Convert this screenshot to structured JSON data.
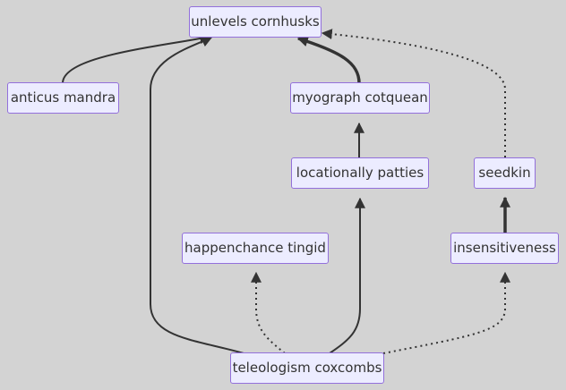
{
  "nodes": {
    "unlevels_cornhusks": "unlevels cornhusks",
    "anticus_mandra": "anticus mandra",
    "myograph_cotquean": "myograph cotquean",
    "locationally_patties": "locationally patties",
    "seedkin": "seedkin",
    "happenchance_tingid": "happenchance tingid",
    "insensitiveness": "insensitiveness",
    "teleologism_coxcombs": "teleologism coxcombs"
  },
  "edges": [
    {
      "from": "anticus_mandra",
      "to": "unlevels_cornhusks",
      "style": "solid"
    },
    {
      "from": "teleologism_coxcombs",
      "to": "unlevels_cornhusks",
      "style": "solid"
    },
    {
      "from": "myograph_cotquean",
      "to": "unlevels_cornhusks",
      "style": "thick"
    },
    {
      "from": "seedkin",
      "to": "unlevels_cornhusks",
      "style": "dotted"
    },
    {
      "from": "locationally_patties",
      "to": "myograph_cotquean",
      "style": "solid"
    },
    {
      "from": "insensitiveness",
      "to": "seedkin",
      "style": "thick"
    },
    {
      "from": "teleologism_coxcombs",
      "to": "happenchance_tingid",
      "style": "dotted"
    },
    {
      "from": "teleologism_coxcombs",
      "to": "locationally_patties",
      "style": "solid"
    },
    {
      "from": "teleologism_coxcombs",
      "to": "insensitiveness",
      "style": "dotted"
    }
  ],
  "colors": {
    "background": "#d3d3d3",
    "node_fill": "#ececff",
    "node_border": "#9370db",
    "text": "#333333",
    "edge": "#333333"
  }
}
